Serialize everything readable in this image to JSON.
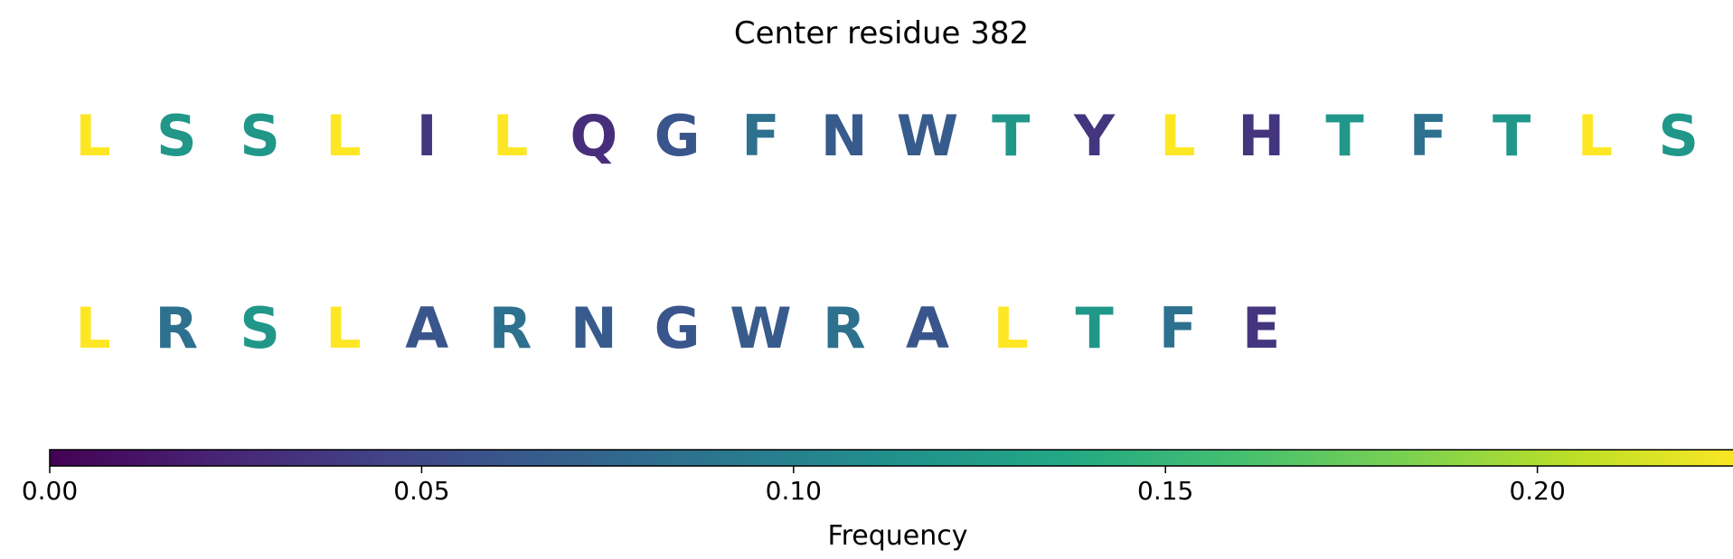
{
  "chart_data": {
    "type": "sequence-logo-heatmap",
    "title": "Center residue 382",
    "rows": [
      {
        "residues": [
          "L",
          "S",
          "S",
          "L",
          "I",
          "L",
          "Q",
          "G",
          "F",
          "N",
          "W",
          "T",
          "Y",
          "L",
          "H",
          "T",
          "F",
          "T",
          "L",
          "S"
        ],
        "frequencies": [
          0.228,
          0.12,
          0.12,
          0.228,
          0.035,
          0.228,
          0.03,
          0.06,
          0.085,
          0.065,
          0.065,
          0.12,
          0.035,
          0.228,
          0.035,
          0.12,
          0.085,
          0.12,
          0.228,
          0.12
        ]
      },
      {
        "residues": [
          "L",
          "R",
          "S",
          "L",
          "A",
          "R",
          "N",
          "G",
          "W",
          "R",
          "A",
          "L",
          "T",
          "F",
          "E"
        ],
        "frequencies": [
          0.228,
          0.085,
          0.12,
          0.228,
          0.06,
          0.085,
          0.065,
          0.06,
          0.065,
          0.085,
          0.06,
          0.228,
          0.12,
          0.085,
          0.035
        ]
      }
    ],
    "colorbar": {
      "colormap": "viridis",
      "range": [
        0,
        0.228
      ],
      "ticks": [
        "0.00",
        "0.05",
        "0.10",
        "0.15",
        "0.20"
      ],
      "tick_values": [
        0,
        0.05,
        0.1,
        0.15,
        0.2
      ],
      "label": "Frequency"
    }
  }
}
